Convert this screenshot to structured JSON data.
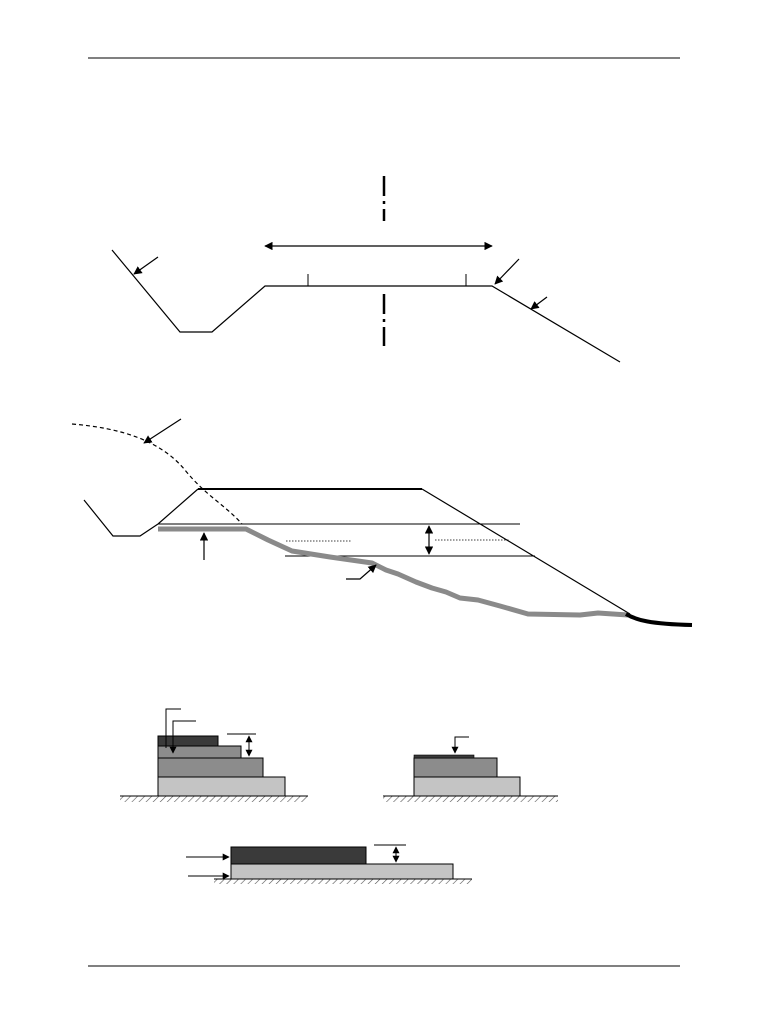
{
  "page": {
    "header_rule": true,
    "footer_rule": true
  },
  "figures": [
    {
      "id": "road-cross-section",
      "labels": []
    },
    {
      "id": "embankment-on-slope",
      "labels": []
    },
    {
      "id": "layer-stack-diagrams",
      "labels": []
    }
  ],
  "colors": {
    "ink": "#000000",
    "ground_line_grey": "#8a8a8a",
    "layer_dark": "#3a3a3a",
    "layer_mid": "#8c8c8c",
    "layer_light": "#c4c4c4",
    "hatch": "#555555"
  }
}
